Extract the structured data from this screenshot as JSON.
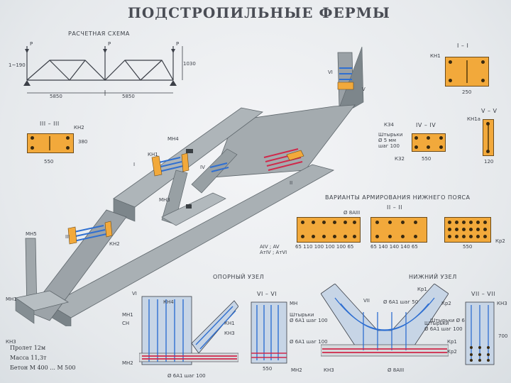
{
  "title": "ПОДСТРОПИЛЬНЫЕ ФЕРМЫ",
  "scheme": {
    "heading": "РАСЧЕТНАЯ СХЕМА",
    "load_label": "P",
    "span_left": "5850",
    "span_right": "5850",
    "dim_left": "1~190",
    "dim_right": "1030"
  },
  "sections": {
    "s1": {
      "label": "I – I",
      "tag": "КН1",
      "dim": "250"
    },
    "s3": {
      "label": "III – III",
      "tag": "КН2",
      "width": "550",
      "height": "380"
    },
    "s4": {
      "label": "IV – IV",
      "tag": "КЗ4",
      "tag2": "КЗ2",
      "width": "550",
      "note1": "Штырьки",
      "note2": "Ø 5 мм",
      "note3": "шаг 100"
    },
    "s5": {
      "label": "V – V",
      "tag": "КН1а",
      "width": "120"
    }
  },
  "variants": {
    "heading": "ВАРИАНТЫ АРМИРОВАНИЯ НИЖНЕГО ПОЯСА",
    "sub": "II – II",
    "tag": "Ø 8АIII",
    "dims_a": "65 110 100 100 100 65",
    "dims_b": "65 140 140 140 65",
    "dim_c": "550",
    "legend1": "АIV ; AV",
    "legend2": "AтIV ; AтVI",
    "tag_c": "Кр2"
  },
  "iso_labels": {
    "mn1": "МН1",
    "mn3": "МН3",
    "mn4": "МН4",
    "mn5": "МН5",
    "kn1": "КН1",
    "kn2": "КН2",
    "kn3": "КН3",
    "r1": "I",
    "r2": "II",
    "r3": "III",
    "r4": "IV",
    "r5": "V",
    "r6": "VI"
  },
  "node_support": {
    "heading": "ОПОРНЫЙ УЗЕЛ",
    "tag_top": "КН4",
    "tag_right1": "КН1",
    "tag_right2": "КН3",
    "label_side": "VI",
    "bottom_note": "Ø 6А1 шаг 100",
    "left1": "МН1",
    "left2": "СН",
    "left3": "МН2"
  },
  "node_vi": {
    "heading": "VI – VI",
    "tag": "МН",
    "note1": "Штырьки",
    "note2": "Ø 6А1 шаг 100",
    "note3": "Ø 6А1 шаг 100",
    "dim": "550",
    "bottom": "МН2"
  },
  "node_bottom": {
    "heading": "НИЖНИЙ УЗЕЛ",
    "tag_vii": "VII",
    "note1": "Ø 6А1 шаг 50",
    "tag_kp1": "Кр1",
    "tag_kp2": "Кр2",
    "note2": "Штырьки",
    "note3": "Ø 6А1 шаг 100",
    "bottom1": "КН3",
    "bottom2": "Ø 8АIII"
  },
  "node_vii": {
    "heading": "VII – VII",
    "tag": "КН3",
    "note": "Штырьки Ø 6",
    "kp1": "Кр1",
    "kp2": "Кр2",
    "dim": "700"
  },
  "info": {
    "span": "Пролет 12м",
    "mass": "Масса 11,3т",
    "concrete": "Бетон М 400 ... М 500"
  },
  "colors": {
    "concrete": "#8f979c",
    "concrete_dark": "#6d767b",
    "concrete_light": "#b7bec2",
    "orange": "#f2a93b",
    "rebar_blue": "#2f6fd1",
    "rebar_red": "#d0284a",
    "ink": "#3b3f47"
  }
}
